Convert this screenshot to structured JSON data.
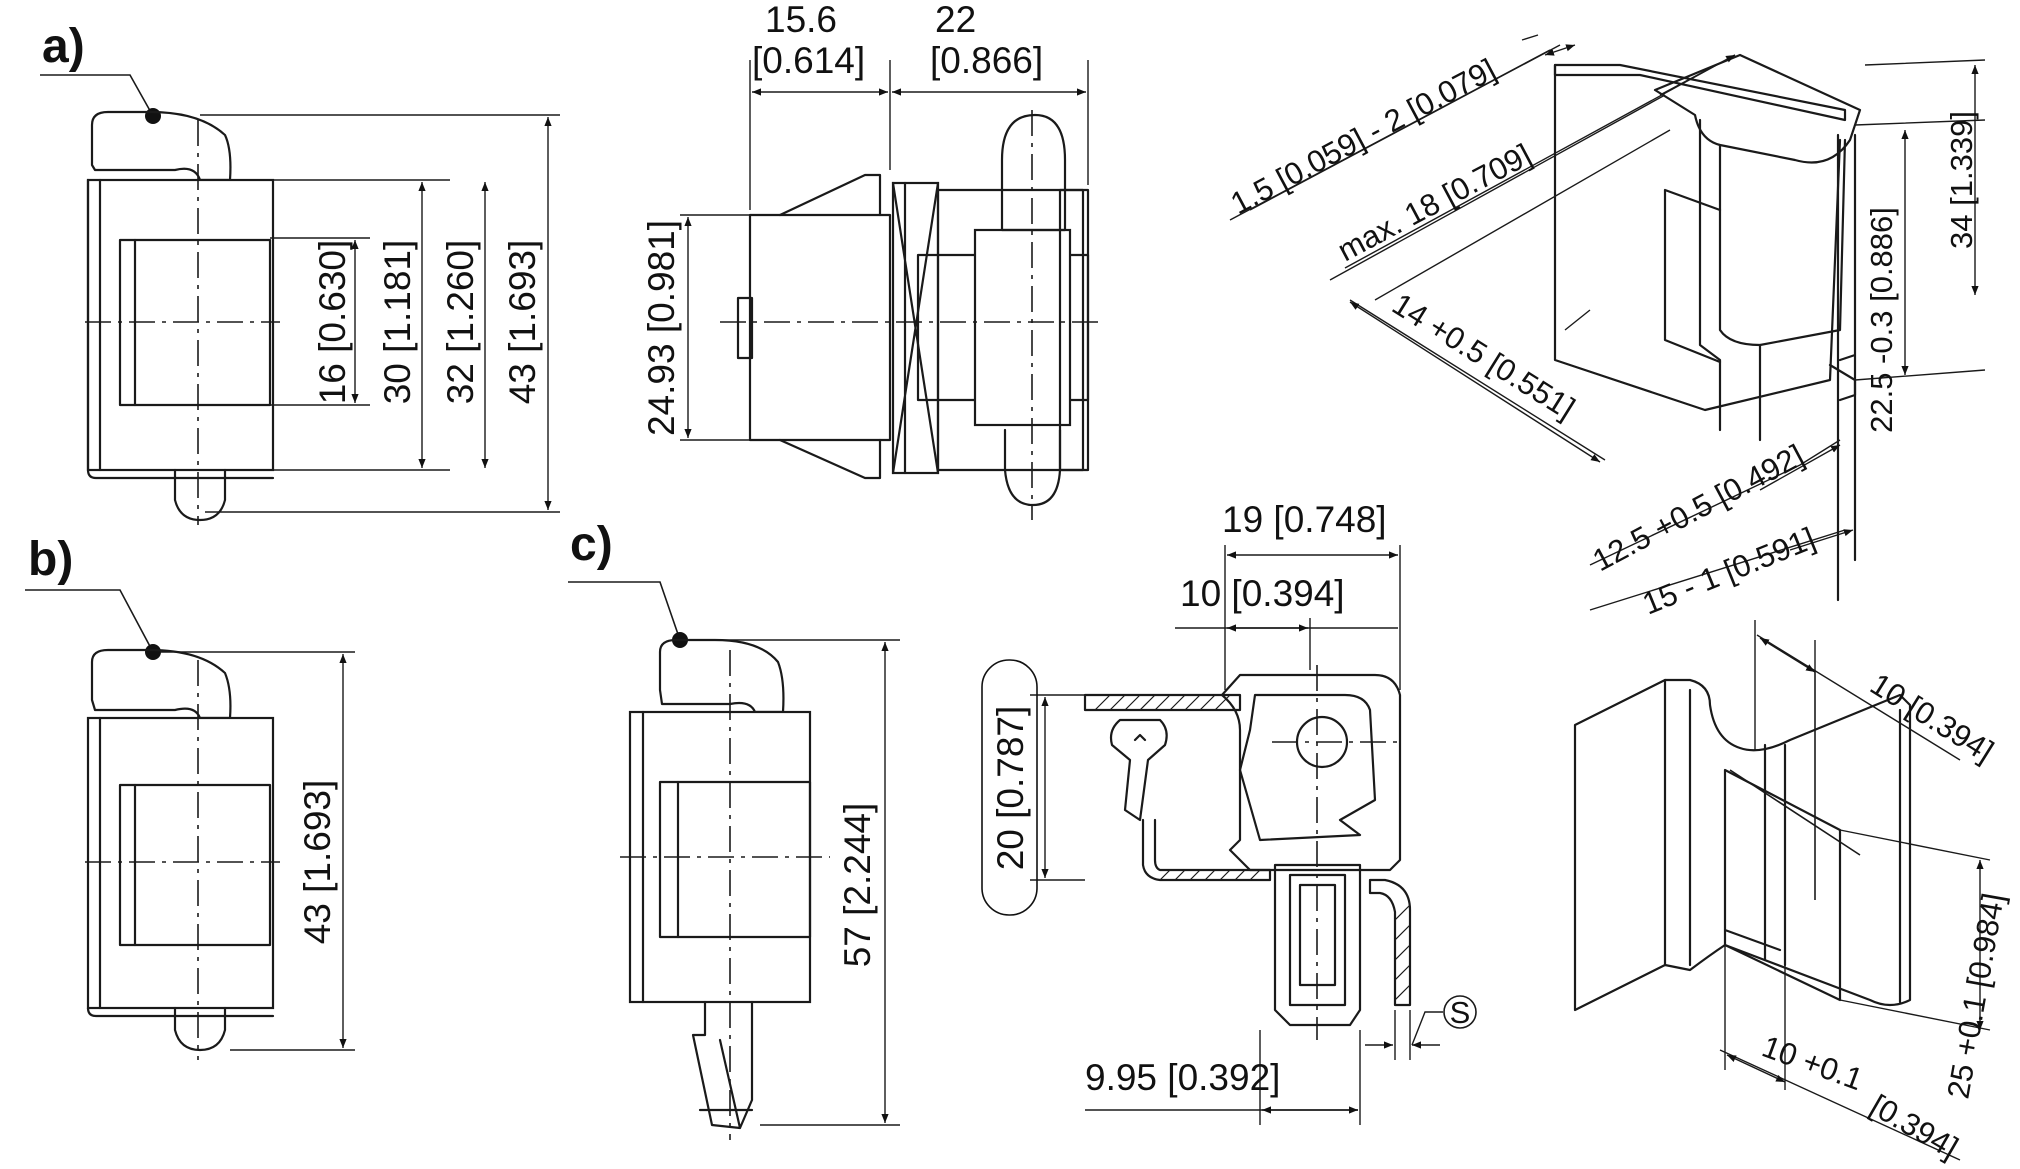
{
  "views": {
    "a": "a)",
    "b": "b)",
    "c": "c)"
  },
  "dims_a": {
    "d16": "16 [0.630]",
    "d30": "30 [1.181]",
    "d32": "32 [1.260]",
    "d43": "43 [1.693]"
  },
  "dims_side": {
    "w15": "15.6",
    "w15in": "[0.614]",
    "w22": "22",
    "w22in": "[0.866]",
    "h25": "24.93 [0.981]"
  },
  "dims_b": {
    "d43": "43 [1.693]"
  },
  "dims_c": {
    "d57": "57 [2.244]"
  },
  "dims_section": {
    "d19": "19 [0.748]",
    "d10": "10 [0.394]",
    "d20": "20 [0.787]",
    "d995": "9.95 [0.392]",
    "s": "S"
  },
  "dims_iso": {
    "t15": "1.5 [0.059] - 2 [0.079]",
    "max18": "max. 18 [0.709]",
    "d14": "14  +0.5 [0.551]",
    "d34": "34 [1.339]",
    "d225": "22.5  -0.3 [0.886]",
    "d125": "12.5 +0.5 [0.492]",
    "d15": "15 - 1 [0.591]"
  },
  "dims_cutout": {
    "d10a": "10 [0.394]",
    "d25": "25 +0.1 [0.984]",
    "d10b": "10 +0.1",
    "d10bin": "[0.394]"
  }
}
